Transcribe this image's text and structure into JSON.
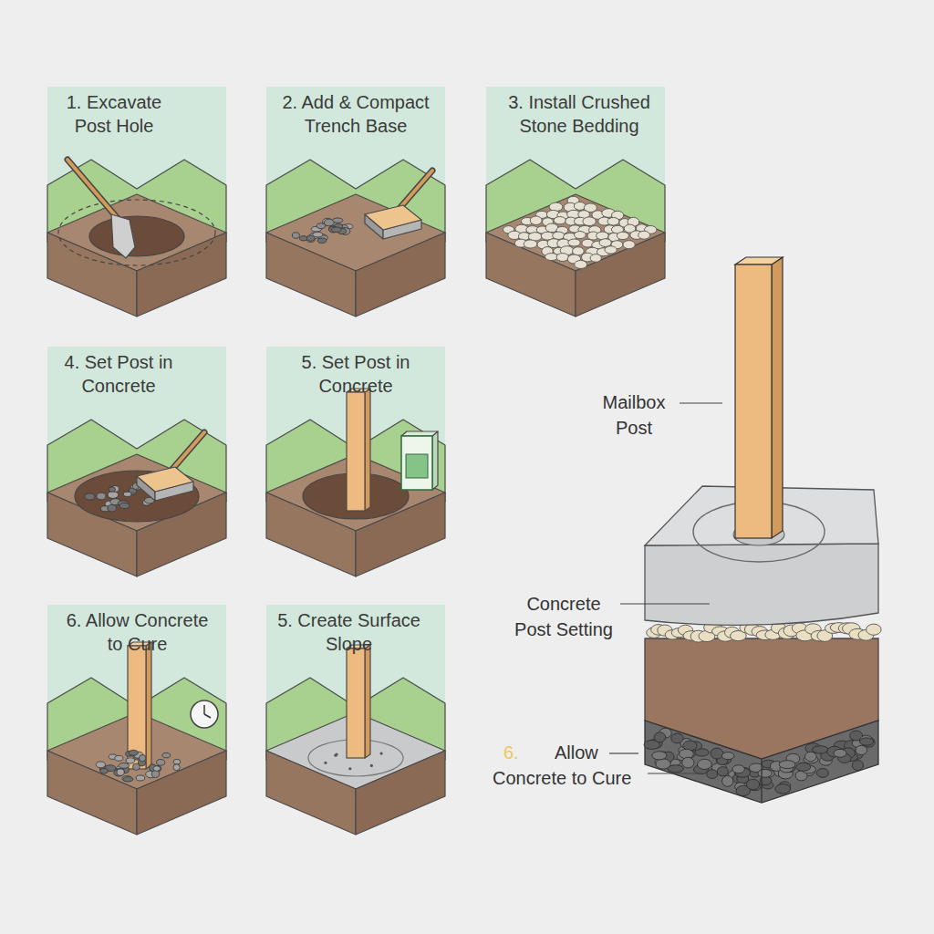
{
  "diagram": {
    "nodes": [
      {
        "text": [
          "1. Excavate Post Hole"
        ]
      },
      {
        "text": [
          "2. Add & Compact Trench Base"
        ]
      },
      {
        "text": [
          "3. Install Crushed Stone Bedding"
        ]
      },
      {
        "text": [
          "4. Set Post in Concrete"
        ]
      },
      {
        "text": [
          "5. Set Post in Concrete"
        ]
      },
      {
        "text": [
          "6. Allow Concrete to Cure"
        ]
      },
      {
        "text": [
          "5. Create Surface Slope"
        ]
      }
    ],
    "labels": [
      "Mailbox Post",
      "Concrete Post Setting",
      "6.",
      "Allow Concrete to Cure"
    ]
  }
}
